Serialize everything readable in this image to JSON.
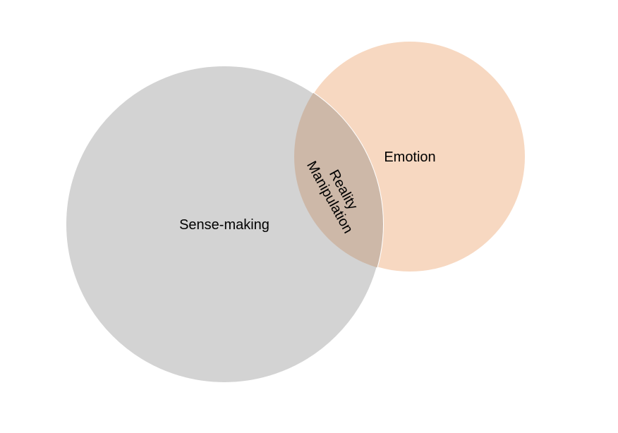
{
  "diagram": {
    "type": "venn",
    "sets": [
      {
        "label": "Sense-making",
        "color": "#D3D3D3"
      },
      {
        "label": "Emotion",
        "color": "#F7D8C1"
      }
    ],
    "intersection": {
      "label_line1": "Reality",
      "label_line2": "Manipulation",
      "color": "#CDB8A8"
    },
    "outline_color": "#FFFFFF"
  }
}
